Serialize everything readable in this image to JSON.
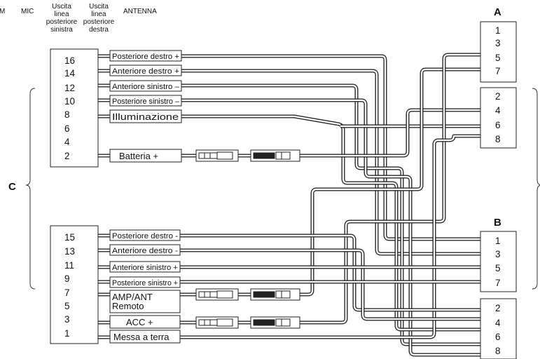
{
  "header": {
    "m_label": "M",
    "mic": "MIC",
    "rear_left": [
      "Uscita",
      "linea",
      "posteriore",
      "sinistra"
    ],
    "rear_right": [
      "Uscita",
      "linea",
      "posteriore",
      "destra"
    ],
    "antenna": "ANTENNA"
  },
  "connectors": {
    "A": {
      "label": "A",
      "top_pins": [
        "1",
        "3",
        "5",
        "7"
      ],
      "bottom_pins": [
        "2",
        "4",
        "6",
        "8"
      ]
    },
    "B": {
      "label": "B",
      "top_pins": [
        "1",
        "3",
        "5",
        "7"
      ],
      "bottom_pins": [
        "2",
        "4",
        "6",
        "8"
      ]
    },
    "C": {
      "label": "C",
      "top_pins": [
        "16",
        "14",
        "12",
        "10",
        "8",
        "6",
        "4",
        "2"
      ],
      "bottom_pins": [
        "15",
        "13",
        "11",
        "9",
        "7",
        "5",
        "3",
        "1"
      ]
    }
  },
  "wire_labels": {
    "top": [
      "Posteriore destro +",
      "Anteriore destro +",
      "Anteriore sinistro –",
      "Posteriore sinistro –",
      "Illuminazione",
      "Batteria +"
    ],
    "bottom": [
      "Posteriore destro -",
      "Anteriore destro -",
      "Anteriore sinistro +",
      "Posteriore sinistro +",
      "AMP/ANT",
      "Remoto",
      "ACC +",
      "Messa a terra"
    ]
  }
}
